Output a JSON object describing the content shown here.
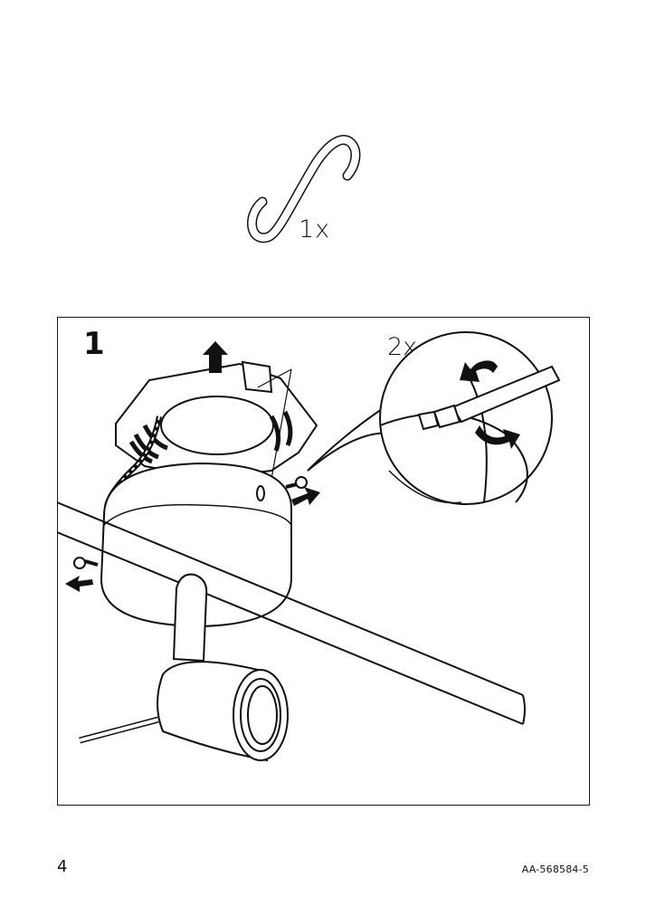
{
  "parts": {
    "hook_quantity": "1x"
  },
  "step": {
    "number": "1",
    "screw_quantity": "2x"
  },
  "footer": {
    "page_number": "4",
    "document_code": "AA-568584-5"
  }
}
